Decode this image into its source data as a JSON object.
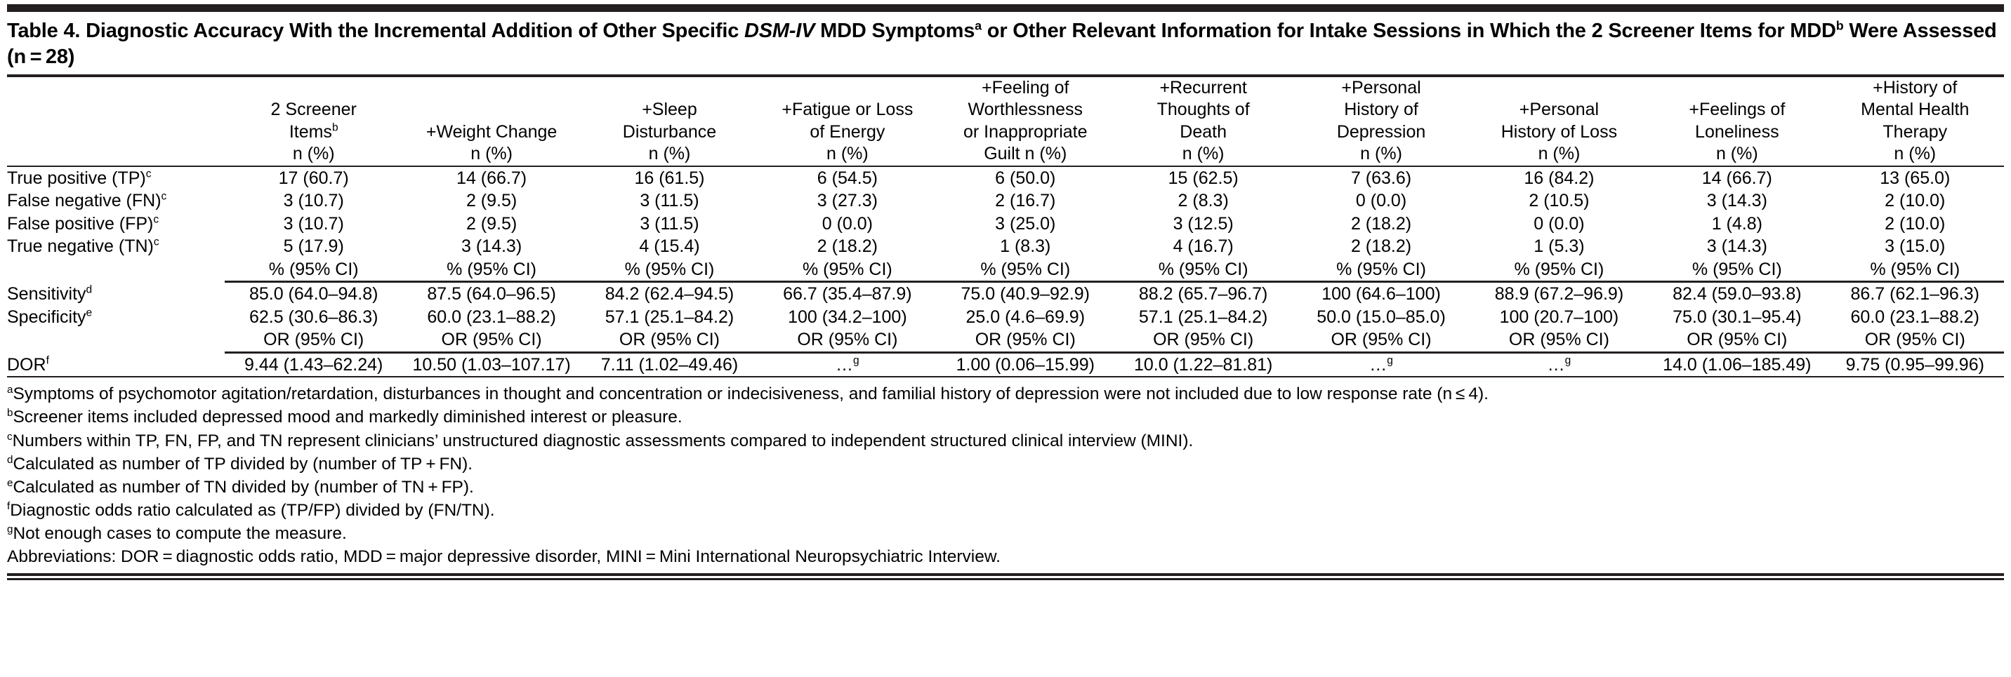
{
  "title": {
    "prefix": "Table 4. Diagnostic Accuracy With the Incremental Addition of Other Specific ",
    "italic1": "DSM-IV",
    "mid": " MDD Symptoms",
    "sup_a": "a",
    "mid2": " or Other Relevant Information for Intake Sessions in Which the 2 Screener Items for MDD",
    "sup_b": "b",
    "suffix": " Were Assessed (n = 28)"
  },
  "columns": [
    {
      "line1": "2 Screener",
      "line2": "Items",
      "line2_sup": "b",
      "line3": "n (%)"
    },
    {
      "line1": "",
      "line2": "+Weight Change",
      "line2_sup": "",
      "line3": "n (%)"
    },
    {
      "line1": "+Sleep",
      "line2": "Disturbance",
      "line2_sup": "",
      "line3": "n (%)"
    },
    {
      "line1": "+Fatigue or Loss",
      "line2": "of Energy",
      "line2_sup": "",
      "line3": "n (%)"
    },
    {
      "line1": "+Feeling of",
      "line1b": "Worthlessness",
      "line2": "or Inappropriate",
      "line2_sup": "",
      "line3": "Guilt n (%)"
    },
    {
      "line1": "+Recurrent",
      "line2": "Thoughts of",
      "line2b": "Death",
      "line2_sup": "",
      "line3": "n (%)"
    },
    {
      "line1": "+Personal",
      "line2": "History of",
      "line2b": "Depression",
      "line2_sup": "",
      "line3": "n (%)"
    },
    {
      "line1": "+Personal",
      "line2": "History of Loss",
      "line2_sup": "",
      "line3": "n (%)"
    },
    {
      "line1": "+Feelings of",
      "line2": "Loneliness",
      "line2_sup": "",
      "line3": "n (%)"
    },
    {
      "line1": "+History of",
      "line1b": "Mental Health",
      "line2": "Therapy",
      "line2_sup": "",
      "line3": "n (%)"
    }
  ],
  "count_rows": [
    {
      "label": "True positive (TP)",
      "label_sup": "c",
      "values": [
        "17 (60.7)",
        "14 (66.7)",
        "16 (61.5)",
        "6 (54.5)",
        "6 (50.0)",
        "15 (62.5)",
        "7 (63.6)",
        "16 (84.2)",
        "14 (66.7)",
        "13 (65.0)"
      ]
    },
    {
      "label": "False negative (FN)",
      "label_sup": "c",
      "values": [
        "3 (10.7)",
        "2 (9.5)",
        "3 (11.5)",
        "3 (27.3)",
        "2 (16.7)",
        "2 (8.3)",
        "0 (0.0)",
        "2 (10.5)",
        "3 (14.3)",
        "2 (10.0)"
      ]
    },
    {
      "label": "False positive (FP)",
      "label_sup": "c",
      "values": [
        "3 (10.7)",
        "2 (9.5)",
        "3 (11.5)",
        "0 (0.0)",
        "3 (25.0)",
        "3 (12.5)",
        "2 (18.2)",
        "0 (0.0)",
        "1 (4.8)",
        "2 (10.0)"
      ]
    },
    {
      "label": "True negative (TN)",
      "label_sup": "c",
      "values": [
        "5 (17.9)",
        "3 (14.3)",
        "4 (15.4)",
        "2 (18.2)",
        "1 (8.3)",
        "4 (16.7)",
        "2 (18.2)",
        "1 (5.3)",
        "3 (14.3)",
        "3 (15.0)"
      ]
    }
  ],
  "ci_subhead": "% (95% CI)",
  "pct_rows": [
    {
      "label": "Sensitivity",
      "label_sup": "d",
      "values": [
        "85.0 (64.0–94.8)",
        "87.5 (64.0–96.5)",
        "84.2 (62.4–94.5)",
        "66.7 (35.4–87.9)",
        "75.0 (40.9–92.9)",
        "88.2 (65.7–96.7)",
        "100 (64.6–100)",
        "88.9 (67.2–96.9)",
        "82.4 (59.0–93.8)",
        "86.7 (62.1–96.3)"
      ]
    },
    {
      "label": "Specificity",
      "label_sup": "e",
      "values": [
        "62.5 (30.6–86.3)",
        "60.0 (23.1–88.2)",
        "57.1 (25.1–84.2)",
        "100 (34.2–100)",
        "25.0 (4.6–69.9)",
        "57.1 (25.1–84.2)",
        "50.0 (15.0–85.0)",
        "100 (20.7–100)",
        "75.0 (30.1–95.4)",
        "60.0 (23.1–88.2)"
      ]
    }
  ],
  "or_subhead": "OR (95% CI)",
  "or_row": {
    "label": "DOR",
    "label_sup": "f",
    "values": [
      "9.44 (1.43–62.24)",
      "10.50 (1.03–107.17)",
      "7.11 (1.02–49.46)",
      "…",
      "1.00 (0.06–15.99)",
      "10.0 (1.22–81.81)",
      "…",
      "…",
      "14.0 (1.06–185.49)",
      "9.75 (0.95–99.96)"
    ],
    "value_sups": [
      "",
      "",
      "",
      "g",
      "",
      "",
      "g",
      "g",
      "",
      ""
    ]
  },
  "footnotes": [
    {
      "marker": "a",
      "text": "Symptoms of psychomotor agitation/retardation, disturbances in thought and concentration or indecisiveness, and familial history of depression were not included due to low response rate (n ≤ 4)."
    },
    {
      "marker": "b",
      "text": "Screener items included depressed mood and markedly diminished interest or pleasure."
    },
    {
      "marker": "c",
      "text": "Numbers within TP, FN, FP, and TN represent clinicians’ unstructured diagnostic assessments compared to independent structured clinical interview (MINI)."
    },
    {
      "marker": "d",
      "text": "Calculated as number of TP divided by (number of TP + FN)."
    },
    {
      "marker": "e",
      "text": "Calculated as number of TN divided by (number of TN + FP)."
    },
    {
      "marker": "f",
      "text": "Diagnostic odds ratio calculated as (TP/FP) divided by (FN/TN)."
    },
    {
      "marker": "g",
      "text": "Not enough cases to compute the measure."
    },
    {
      "marker": "",
      "text": "Abbreviations: DOR = diagnostic odds ratio, MDD = major depressive disorder, MINI = Mini International Neuropsychiatric Interview."
    }
  ],
  "colors": {
    "rule": "#231f20",
    "text": "#000000",
    "background": "#ffffff"
  }
}
